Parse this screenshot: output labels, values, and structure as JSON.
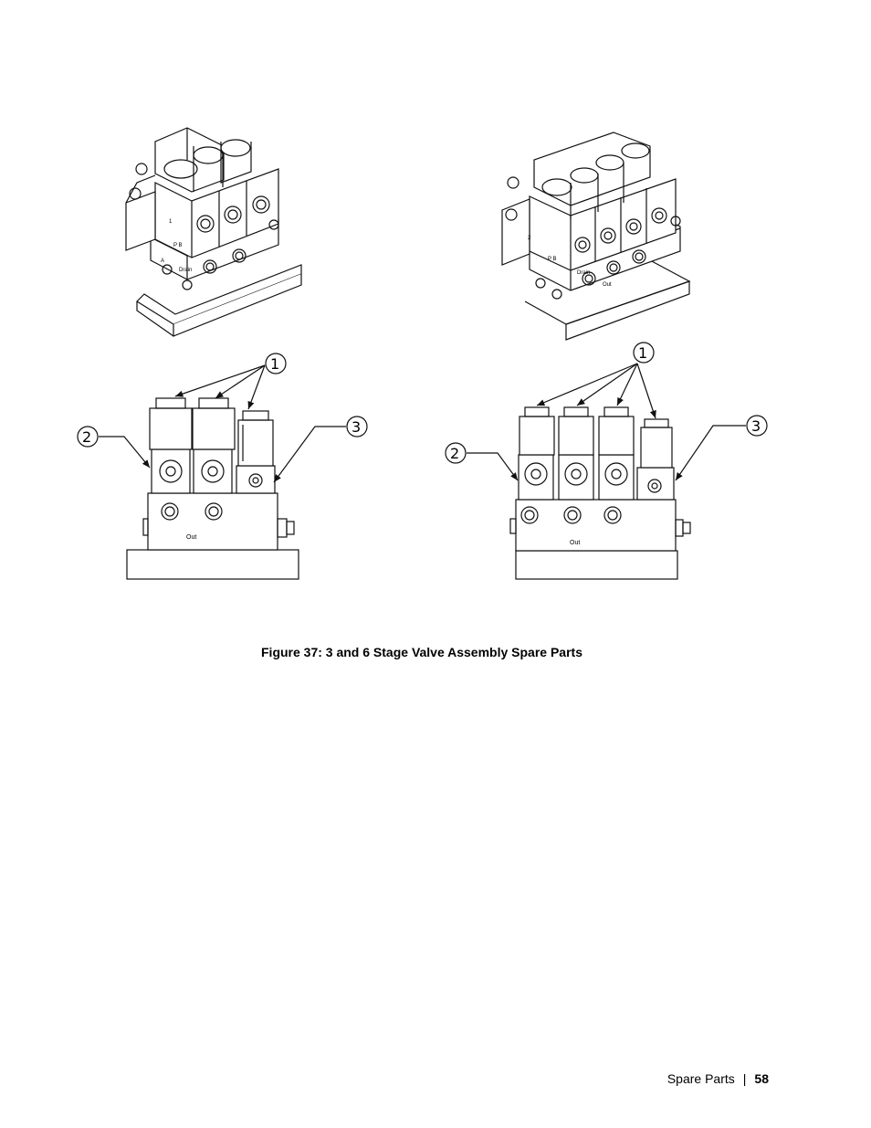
{
  "drawings": {
    "left": {
      "callouts": [
        "1",
        "2",
        "3"
      ],
      "port_label": "Out",
      "iso_labels": [
        "Drain",
        "P B",
        "1",
        "A"
      ]
    },
    "right": {
      "callouts": [
        "1",
        "2",
        "3"
      ],
      "port_label": "Out",
      "iso_labels": [
        "Out",
        "Drain",
        "P B",
        "2"
      ]
    }
  },
  "caption": "Figure 37: 3 and 6 Stage Valve Assembly Spare Parts",
  "footer": {
    "section": "Spare Parts",
    "separator": "|",
    "page": "58"
  }
}
